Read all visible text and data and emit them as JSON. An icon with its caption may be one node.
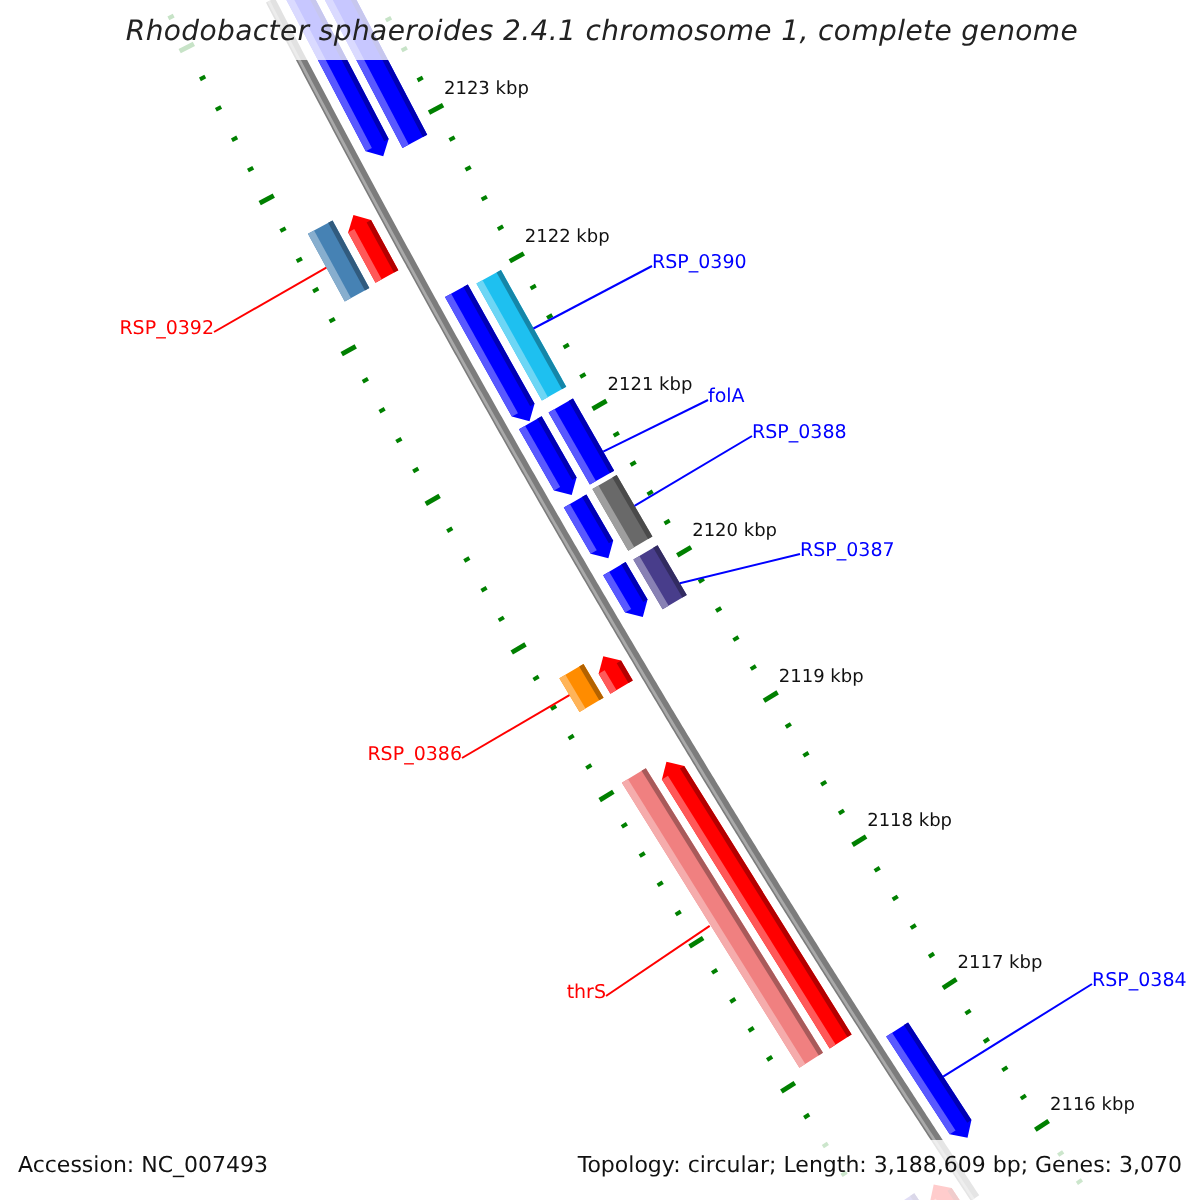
{
  "diagram": {
    "title": "Rhodobacter sphaeroides 2.4.1 chromosome 1, complete genome",
    "nodes": [
      {
        "text": [
          "RSP_0390"
        ]
      },
      {
        "text": [],
        "shape": "bar"
      },
      {
        "text": [
          "RSP_0392"
        ]
      },
      {
        "text": [],
        "shape": "bar"
      },
      {
        "text": [
          "folA"
        ]
      },
      {
        "text": [],
        "shape": "bar"
      },
      {
        "text": [
          "RSP_0388"
        ]
      },
      {
        "text": [],
        "shape": "bar"
      },
      {
        "text": [
          "RSP_0387"
        ]
      },
      {
        "text": [],
        "shape": "bar"
      },
      {
        "text": [
          "RSP_0386"
        ]
      },
      {
        "text": [],
        "shape": "bar"
      },
      {
        "text": [
          "thrS"
        ]
      },
      {
        "text": [],
        "shape": "bar"
      },
      {
        "text": [
          "RSP_0384"
        ]
      },
      {
        "text": [],
        "shape": "arrow"
      }
    ],
    "edges": [
      {
        "from": 0,
        "to": 1,
        "arrow": "none"
      },
      {
        "from": 2,
        "to": 3,
        "arrow": "none",
        "color": "#ff0000"
      },
      {
        "from": 4,
        "to": 5,
        "arrow": "none"
      },
      {
        "from": 6,
        "to": 7,
        "arrow": "none"
      },
      {
        "from": 8,
        "to": 9,
        "arrow": "none"
      },
      {
        "from": 10,
        "to": 11,
        "arrow": "none",
        "color": "#ff0000"
      },
      {
        "from": 12,
        "to": 13,
        "arrow": "none",
        "color": "#ff0000"
      },
      {
        "from": 14,
        "to": 15,
        "arrow": "none"
      }
    ],
    "labels": [
      "2123 kbp",
      "2122 kbp",
      "2121 kbp",
      "2120 kbp",
      "2119 kbp",
      "2118 kbp",
      "2117 kbp",
      "2116 kbp",
      "Accession: NC_007493",
      "Topology: circular; Length: 3,188,609 bp; Genes: 3,070"
    ]
  }
}
